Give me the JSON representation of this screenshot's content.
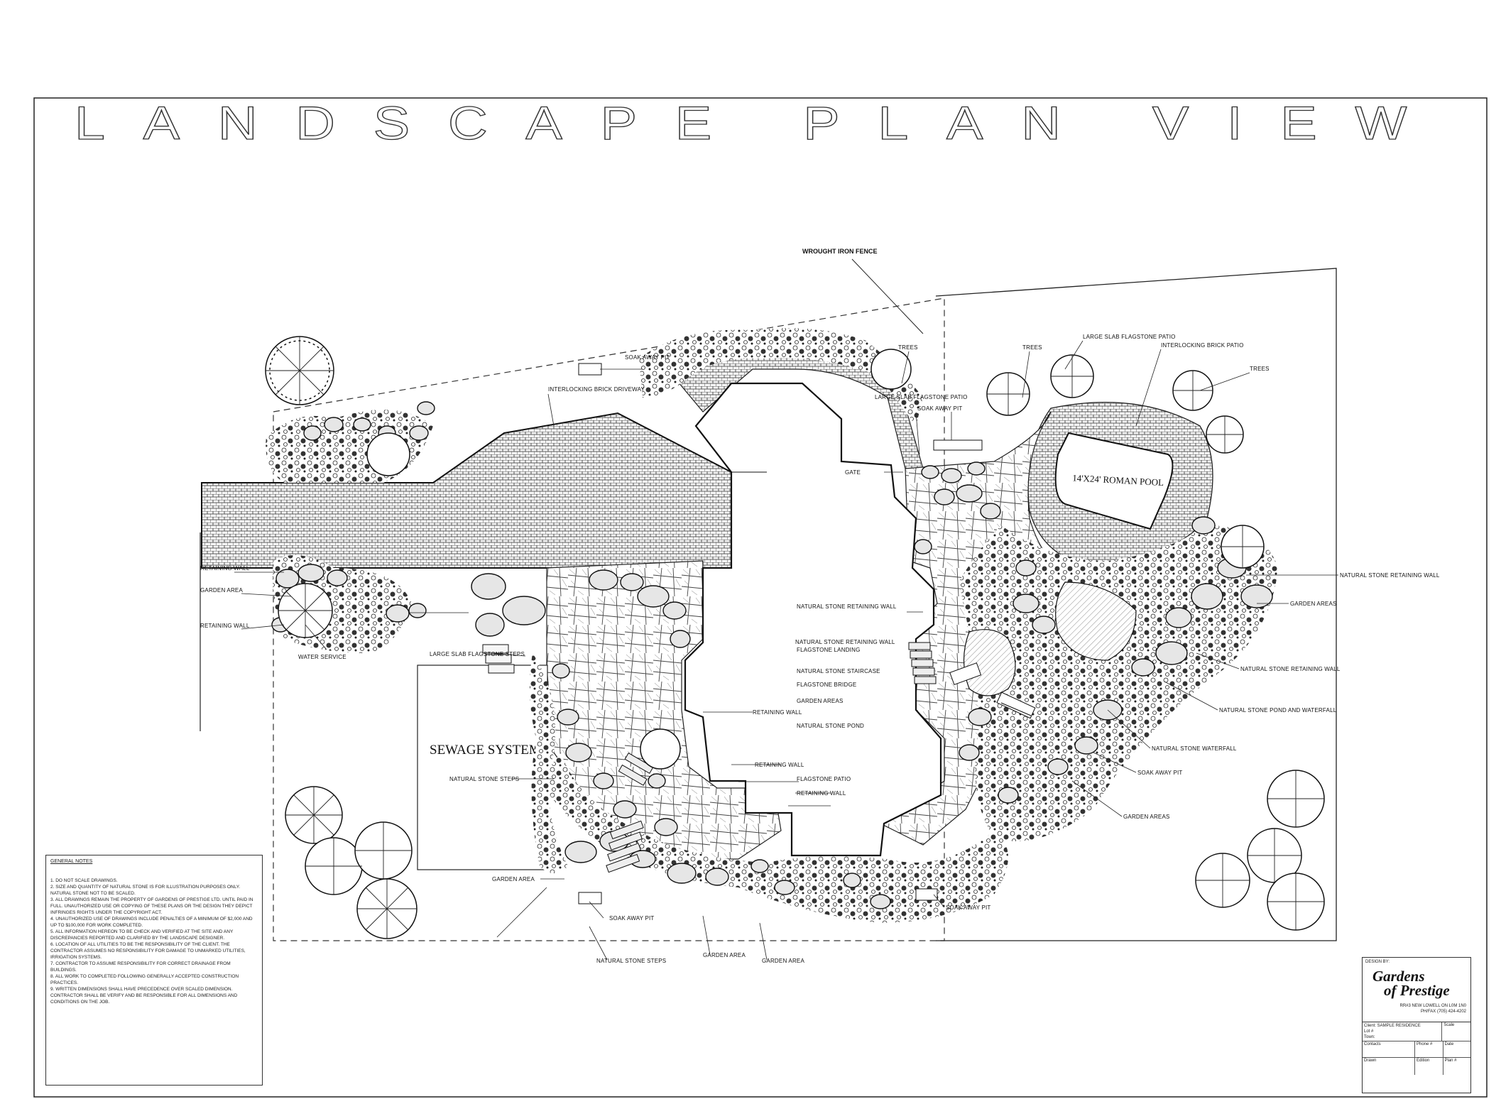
{
  "title": "LANDSCAPE PLAN VIEW",
  "labels": {
    "wrought_iron_fence": "WROUGHT IRON FENCE",
    "soak_away_pit": "SOAK AWAY PIT",
    "interlocking_brick_driveway": "INTERLOCKING BRICK DRIVEWAY",
    "trees": "TREES",
    "large_slab_flagstone_patio": "LARGE SLAB FLAGSTONE PATIO",
    "interlocking_brick_patio": "INTERLOCKING BRICK PATIO",
    "large_slab_flagstone_patio_2": "LARGE SLAB FLAGSTONE PATIO",
    "gate": "GATE",
    "roman_pool": "14'X24' ROMAN POOL",
    "retaining_wall": "RETAINING WALL",
    "garden_area": "GARDEN AREA",
    "water_service": "WATER SERVICE",
    "large_slab_flagstone_steps": "LARGE SLAB FLAGSTONE STEPS",
    "natural_stone_retaining_wall": "NATURAL STONE RETAINING WALL",
    "flagstone_landing": "FLAGSTONE LANDING",
    "natural_stone_staircase": "NATURAL STONE STAIRCASE",
    "flagstone_bridge": "FLAGSTONE BRIDGE",
    "garden_areas": "GARDEN AREAS",
    "natural_stone_pond": "NATURAL STONE POND",
    "sewage_system": "SEWAGE SYSTEM",
    "natural_stone_steps": "NATURAL STONE STEPS",
    "flagstone_patio": "FLAGSTONE PATIO",
    "natural_stone_pond_and_waterfall": "NATURAL STONE POND AND WATERFALL",
    "natural_stone_waterfall": "NATURAL STONE WATERFALL",
    "garden_areas_lower": "GARDEN AREAS",
    "soak_away_pit_lower": "SOAK AWAY PIT"
  },
  "general_notes": {
    "heading": "GENERAL NOTES",
    "items": [
      "1. DO NOT SCALE DRAWINGS.",
      "2. SIZE AND QUANTITY OF NATURAL STONE IS FOR ILLUSTRATION PURPOSES ONLY. NATURAL STONE NOT TO BE SCALED.",
      "3. ALL DRAWINGS REMAIN THE PROPERTY OF GARDENS OF PRESTIGE LTD. UNTIL PAID IN FULL. UNAUTHORIZED USE OR COPYING OF THESE PLANS OR THE DESIGN THEY DEPICT INFRINGES RIGHTS UNDER THE COPYRIGHT ACT.",
      "4. UNAUTHORIZED USE OF DRAWINGS INCLUDE PENALTIES OF A MINIMUM OF $2,000 AND UP TO $100,000 FOR WORK COMPLETED.",
      "5. ALL INFORMATION HEREON TO BE CHECK AND VERIFIED AT THE SITE AND ANY DISCREPANCIES REPORTED AND CLARIFIED BY THE LANDSCAPE DESIGNER.",
      "6. LOCATION OF ALL UTILITIES TO BE THE RESPONSIBILITY OF THE CLIENT. THE CONTRACTOR ASSUMES NO RESPONSIBILITY FOR DAMAGE TO UNMARKED UTILITIES, IRRIGATION SYSTEMS.",
      "7. CONTRACTOR TO ASSUME RESPONSIBILITY FOR CORRECT DRAINAGE FROM BUILDINGS.",
      "8. ALL WORK TO COMPLETED FOLLOWING GENERALLY ACCEPTED CONSTRUCTION PRACTICES.",
      "9. WRITTEN DIMENSIONS SHALL HAVE PRECEDENCE OVER SCALED DIMENSION. CONTRACTOR SHALL BE VERIFY AND BE RESPONSIBLE FOR ALL DIMENSIONS AND CONDITIONS ON THE JOB."
    ]
  },
  "title_block": {
    "design_by": "DESIGN BY:",
    "brand_line1": "Gardens",
    "brand_line2": "of Prestige",
    "address": "RR#3 NEW LOWELL ON L0M 1N0",
    "phone": "PH/FAX (705) 424-4202",
    "client": "Client: SAMPLE RESIDENCE",
    "lot": "Lot #",
    "town": "Town: ",
    "scale_label": "Scale",
    "contacts": "Contacts",
    "phone_label": "Phone #",
    "date_label": "Date",
    "drawn_label": "Drawn",
    "edition_label": "Edition",
    "plan_label": "Plan #"
  }
}
